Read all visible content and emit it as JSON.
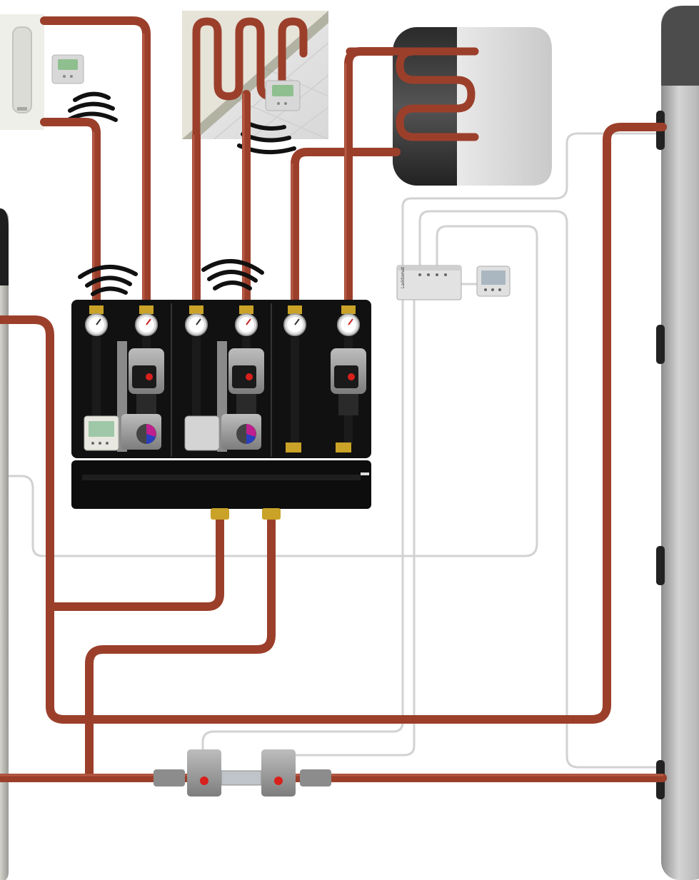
{
  "controller": {
    "brand_text": "Laddomat",
    "terminal_count": 4
  },
  "gauges": [
    {
      "id": "g1",
      "kind": "cold"
    },
    {
      "id": "g2",
      "kind": "warm"
    },
    {
      "id": "g3",
      "kind": "cold"
    },
    {
      "id": "g4",
      "kind": "warm"
    },
    {
      "id": "g5",
      "kind": "cold"
    },
    {
      "id": "g6",
      "kind": "warm"
    }
  ],
  "colors": {
    "pipe": "#9b3f2b",
    "pipe_highlight": "#c9705a",
    "pipe_shadow": "#6e2a1c",
    "wire": "#d2d2d2",
    "manifold": "#111111",
    "brass": "#c9a227",
    "pump_led": "#d9201c",
    "tank": "#a8a8a8",
    "tank_cap": "#555555",
    "coil_tank": "#2b2b2b"
  }
}
